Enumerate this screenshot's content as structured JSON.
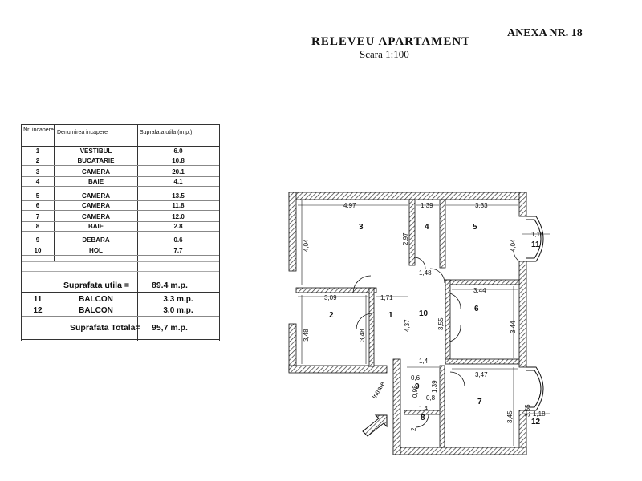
{
  "header": {
    "title": "RELEVEU APARTAMENT",
    "scale": "Scara 1:100",
    "annex": "ANEXA NR. 18"
  },
  "table": {
    "columns": [
      "Nr. incapere",
      "Denumirea incapere",
      "Suprafata utila (m.p.)"
    ],
    "rows": [
      {
        "nr": "1",
        "name": "VESTIBUL",
        "area": "6.0"
      },
      {
        "nr": "2",
        "name": "BUCATARIE",
        "area": "10.8"
      },
      {
        "nr": "3",
        "name": "CAMERA",
        "area": "20.1"
      },
      {
        "nr": "4",
        "name": "BAIE",
        "area": "4.1"
      },
      {
        "nr": "5",
        "name": "CAMERA",
        "area": "13.5"
      },
      {
        "nr": "6",
        "name": "CAMERA",
        "area": "11.8"
      },
      {
        "nr": "7",
        "name": "CAMERA",
        "area": "12.0"
      },
      {
        "nr": "8",
        "name": "BAIE",
        "area": "2.8"
      },
      {
        "nr": "9",
        "name": "DEBARA",
        "area": "0.6"
      },
      {
        "nr": "10",
        "name": "HOL",
        "area": "7.7"
      }
    ],
    "useful_label": "Suprafata utila =",
    "useful_value": "89.4 m.p.",
    "balconies": [
      {
        "nr": "11",
        "name": "BALCON",
        "area": "3.3 m.p."
      },
      {
        "nr": "12",
        "name": "BALCON",
        "area": "3.0 m.p."
      }
    ],
    "total_label": "Suprafata Totala=",
    "total_value": "95,7 m.p."
  },
  "plan": {
    "room_numbers": [
      "1",
      "2",
      "3",
      "4",
      "5",
      "6",
      "7",
      "8",
      "9",
      "10",
      "11",
      "12"
    ],
    "dimensions": {
      "d_497": "4,97",
      "d_139a": "1,39",
      "d_333": "3,33",
      "d_404a": "4,04",
      "d_297": "2,97",
      "d_404b": "4,04",
      "d_118a": "1,18",
      "d_148": "1,48",
      "d_309": "3,09",
      "d_171": "1,71",
      "d_344a": "3,44",
      "d_348a": "3,48",
      "d_348b": "3,48",
      "d_437": "4,37",
      "d_355a": "3,55",
      "d_344b": "3,44",
      "d_14a": "1,4",
      "d_06": "0,6",
      "d_347": "3,47",
      "d_098": "0,98",
      "d_139b": "1,39",
      "d_08": "0,8",
      "d_14b": "1,4",
      "d_345": "3,45",
      "d_355b": "3,55",
      "d_118b": "1,18",
      "d_2": "2"
    },
    "entrance": "Intrare"
  }
}
